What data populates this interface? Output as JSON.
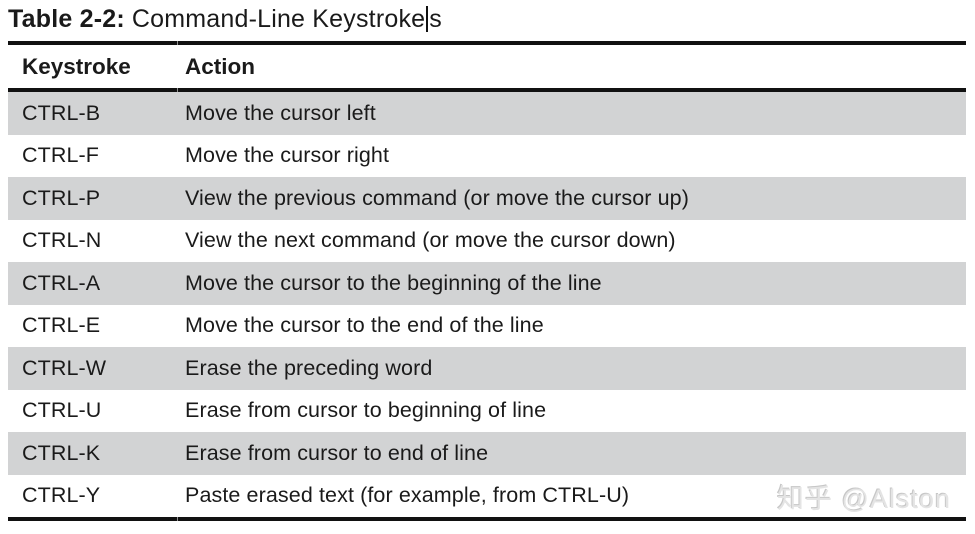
{
  "caption": {
    "label": "Table 2-2:",
    "title_before_caret": "Command-Line Keystroke",
    "title_after_caret": "s",
    "full_title": "Command-Line Keystrokes"
  },
  "table": {
    "columns": [
      "Keystroke",
      "Action"
    ],
    "rows": [
      {
        "keystroke": "CTRL-B",
        "action": "Move the cursor left"
      },
      {
        "keystroke": "CTRL-F",
        "action": "Move the cursor right"
      },
      {
        "keystroke": "CTRL-P",
        "action": "View the previous command (or move the cursor up)"
      },
      {
        "keystroke": "CTRL-N",
        "action": "View the next command (or move the cursor down)"
      },
      {
        "keystroke": "CTRL-A",
        "action": "Move the cursor to the beginning of the line"
      },
      {
        "keystroke": "CTRL-E",
        "action": "Move the cursor to the end of the line"
      },
      {
        "keystroke": "CTRL-W",
        "action": "Erase the preceding word"
      },
      {
        "keystroke": "CTRL-U",
        "action": "Erase from cursor to beginning of line"
      },
      {
        "keystroke": "CTRL-K",
        "action": "Erase from cursor to end of line"
      },
      {
        "keystroke": "CTRL-Y",
        "action": "Paste erased text (for example, from CTRL-U)"
      }
    ]
  },
  "watermark": {
    "text": "知乎 @Alston"
  },
  "colors": {
    "row_alt_gray": "#d2d3d4",
    "rule_black": "#111111",
    "text": "#1a1a1a",
    "watermark_gray": "#e4e4e4"
  }
}
